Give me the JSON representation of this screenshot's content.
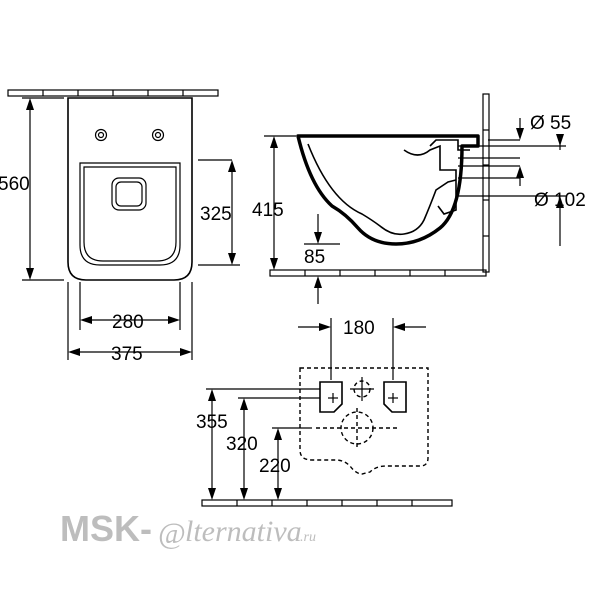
{
  "front_view": {
    "height": "560",
    "seat_height": "325",
    "inner_width": "280",
    "outer_width": "375"
  },
  "side_view": {
    "height": "415",
    "base_offset": "85",
    "outlet_small": "Ø 55",
    "outlet_large": "Ø 102"
  },
  "mount_view": {
    "bolt_spacing": "180",
    "height_upper": "355",
    "height_middle": "320",
    "height_lower": "220"
  },
  "watermark": {
    "brand": "MSK-",
    "symbol": "@",
    "script": "lternativa",
    "suffix": ".ru"
  }
}
